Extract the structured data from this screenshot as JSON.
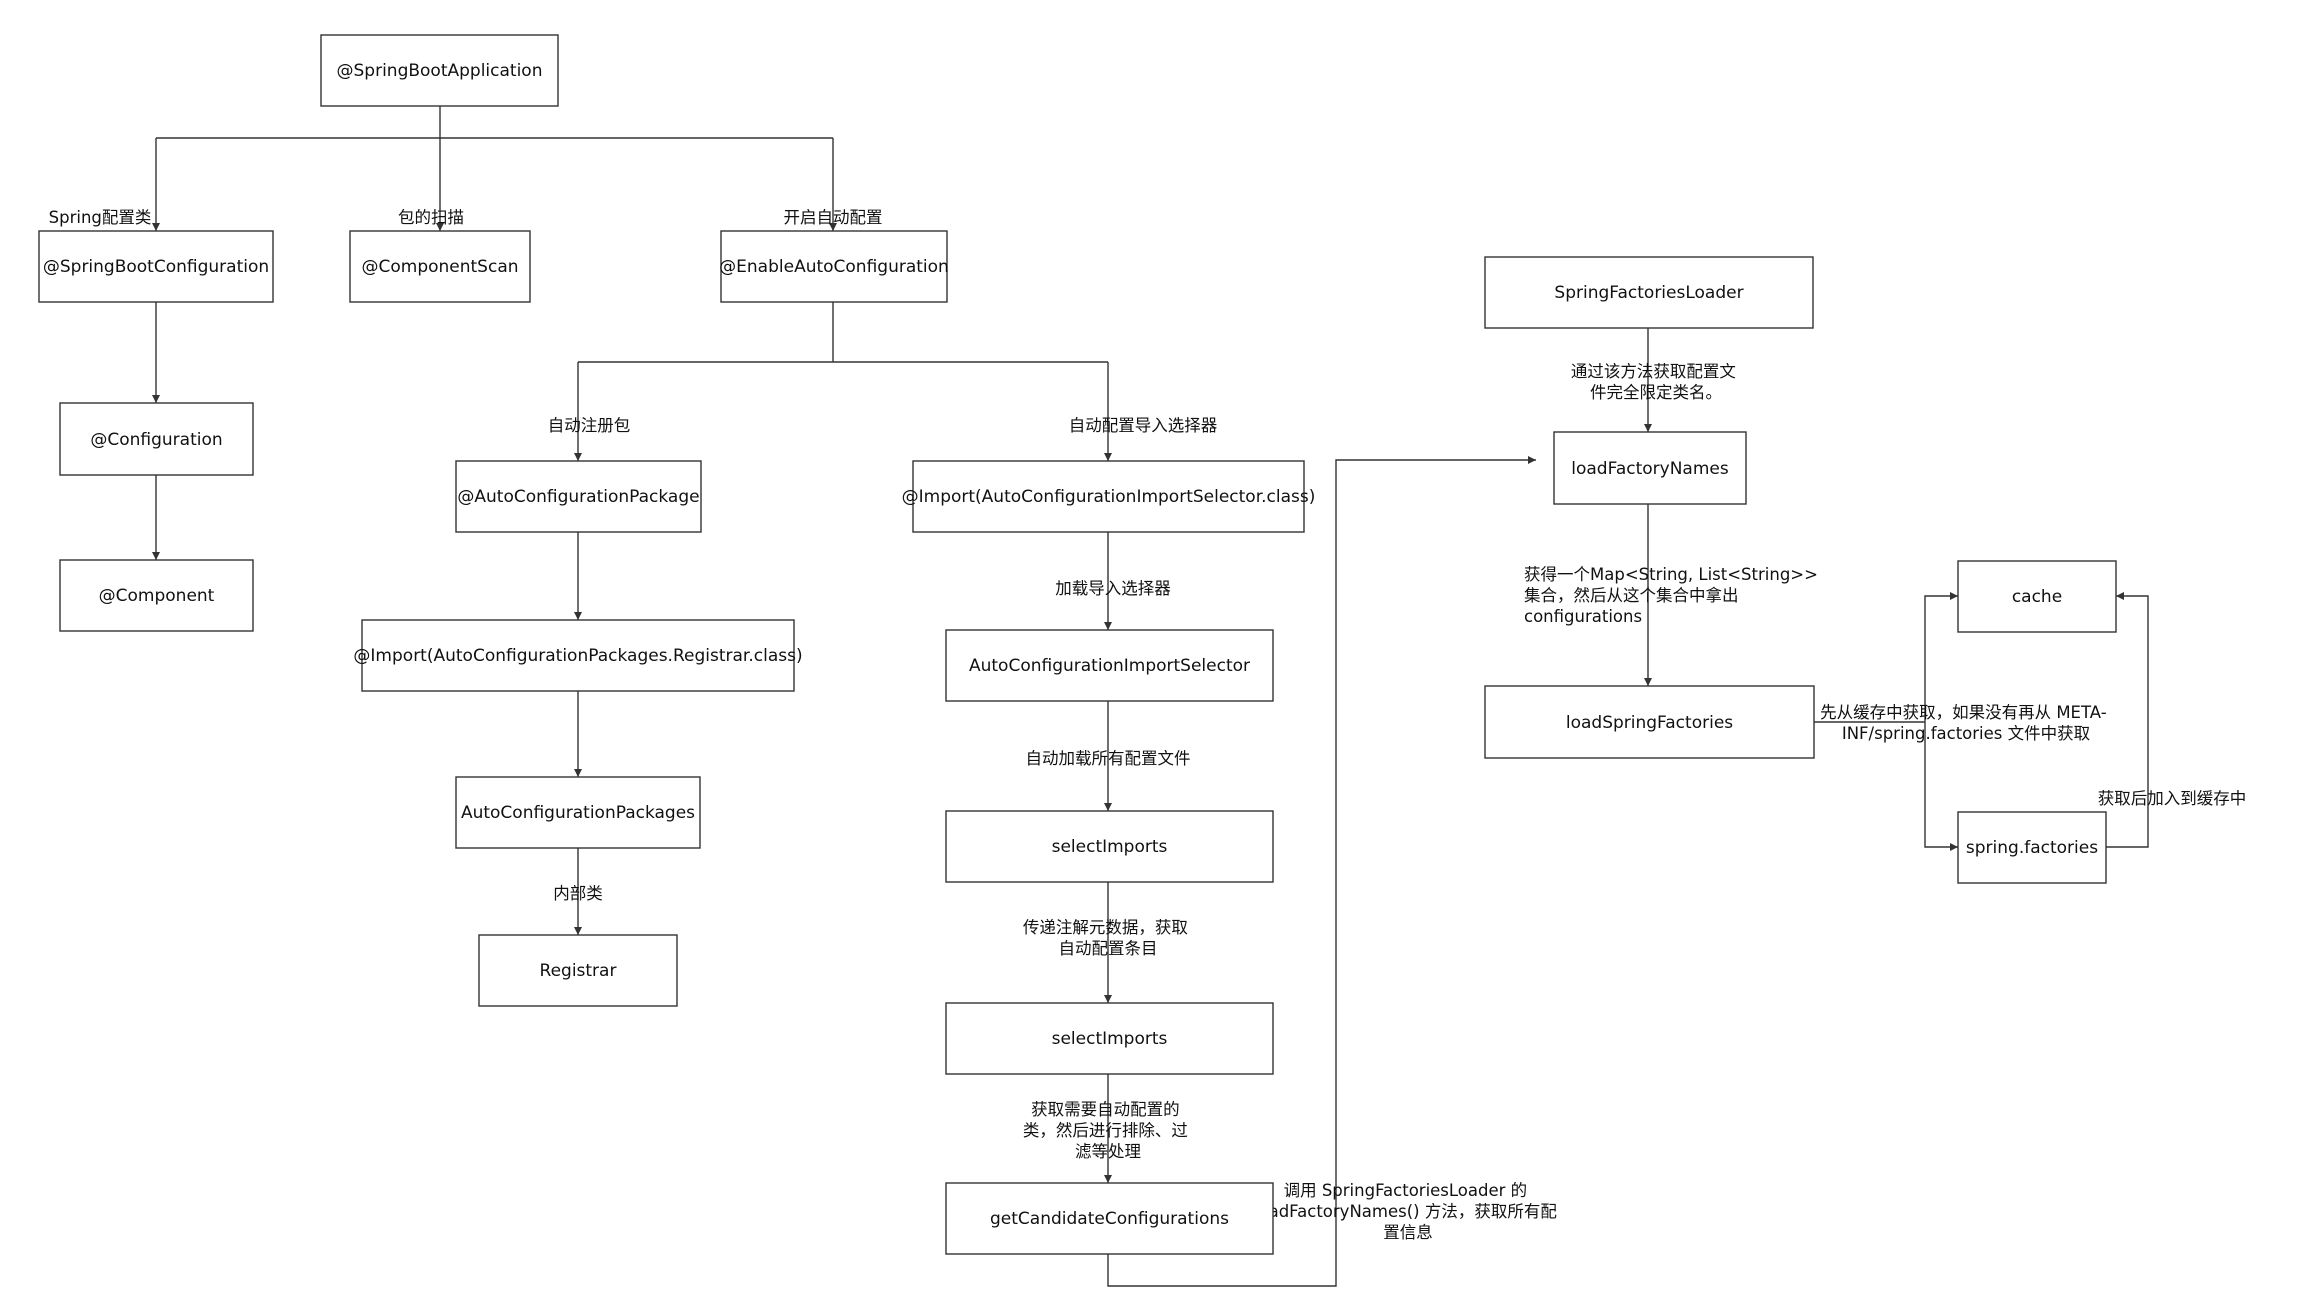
{
  "nodes": {
    "springbootapplication": "@SpringBootApplication",
    "springbootconfiguration": "@SpringBootConfiguration",
    "componentscan": "@ComponentScan",
    "enableautoconfiguration": "@EnableAutoConfiguration",
    "configuration": "@Configuration",
    "component": "@Component",
    "autoconfigurationpackage": "@AutoConfigurationPackage",
    "import_registrar": "@Import(AutoConfigurationPackages.Registrar.class)",
    "autoconfigurationpackages": "AutoConfigurationPackages",
    "registrar": "Registrar",
    "import_selector": "@Import(AutoConfigurationImportSelector.class)",
    "autoconfigurationimportselector": "AutoConfigurationImportSelector",
    "selectimports_1": "selectImports",
    "selectimports_2": "selectImports",
    "getcandidateconfigurations": "getCandidateConfigurations",
    "springfactoriesloader": "SpringFactoriesLoader",
    "loadfactorynames": "loadFactoryNames",
    "loadspringfactories": "loadSpringFactories",
    "cache": "cache",
    "spring_factories": "spring.factories"
  },
  "labels": {
    "spring_config_class": "Spring配置类",
    "package_scan": "包的扫描",
    "enable_auto_config": "开启自动配置",
    "auto_register_package": "自动注册包",
    "auto_config_import_selector": "自动配置导入选择器",
    "load_import_selector": "加载导入选择器",
    "auto_load_all_configs": "自动加载所有配置文件",
    "pass_metadata": [
      "传递注解元数据，获取",
      "自动配置条目"
    ],
    "get_classes": [
      "获取需要自动配置的",
      "类，然后进行排除、过",
      "滤等处理"
    ],
    "inner_class": "内部类",
    "call_loader": [
      "调用 SpringFactoriesLoader 的",
      "loadFactoryNames() 方法，获取所有配",
      "置信息"
    ],
    "get_fqcn": [
      "通过该方法获取配置文",
      "件完全限定类名。"
    ],
    "get_map": [
      "获得一个Map<String, List<String>>",
      "集合，然后从这个集合中拿出",
      "configurations"
    ],
    "cache_first": [
      "先从缓存中获取，如果没有再从 META-",
      "INF/spring.factories 文件中获取"
    ],
    "add_to_cache": "获取后加入到缓存中"
  }
}
